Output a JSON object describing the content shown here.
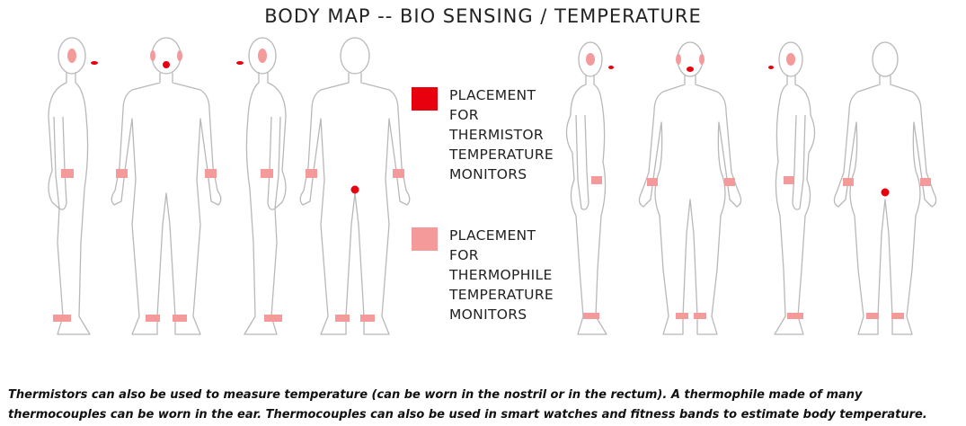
{
  "title": "BODY MAP -- BIO SENSING / TEMPERATURE",
  "legend": [
    {
      "lines": [
        "PLACEMENT",
        "FOR",
        "THERMISTOR",
        "TEMPERATURE",
        "MONITORS"
      ],
      "color": "#e8000f"
    },
    {
      "lines": [
        "PLACEMENT",
        "FOR",
        "THERMOPHILE",
        "TEMPERATURE",
        "MONITORS"
      ],
      "color": "#f59a9a"
    }
  ],
  "figures": [
    {
      "sex": "male",
      "view": "side-right"
    },
    {
      "sex": "male",
      "view": "front"
    },
    {
      "sex": "male",
      "view": "side-left"
    },
    {
      "sex": "male",
      "view": "back"
    },
    {
      "sex": "female",
      "view": "side-right"
    },
    {
      "sex": "female",
      "view": "front"
    },
    {
      "sex": "female",
      "view": "side-left"
    },
    {
      "sex": "female",
      "view": "back"
    }
  ],
  "caption": "Thermistors can also be used to measure temperature (can be worn in the nostril or in the rectum). A thermophile made of many thermocouples can be worn in the ear. Thermocouples can also be used in smart watches and fitness bands to estimate body temperature.",
  "colors": {
    "outline": "#b8b8b8",
    "thermistor": "#e8000f",
    "thermophile": "#f59a9a"
  }
}
